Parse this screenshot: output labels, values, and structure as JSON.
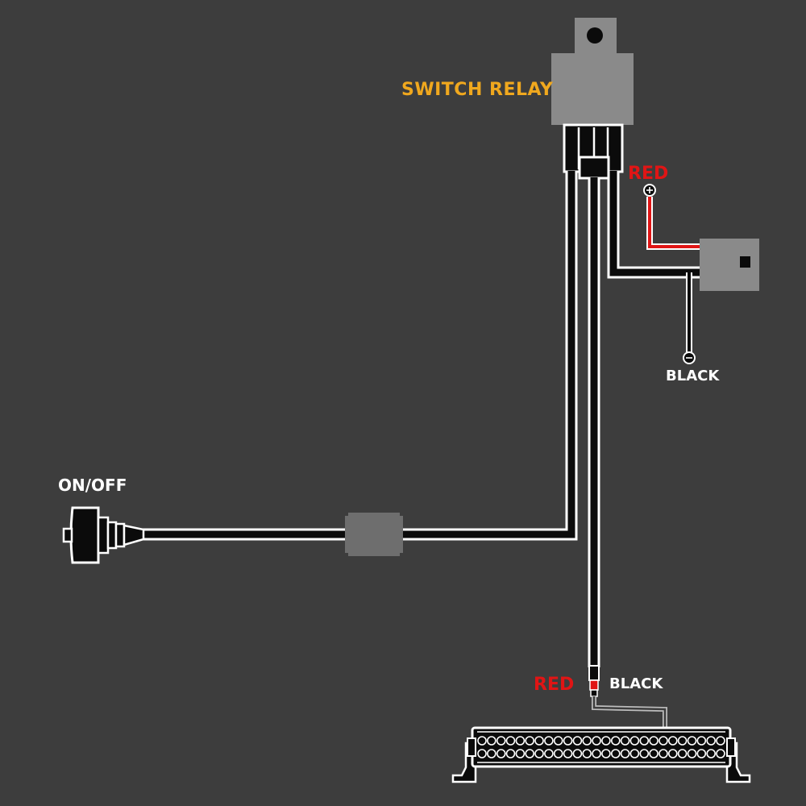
{
  "colors": {
    "background": "#3d3d3d",
    "wire": "#0b0b0b",
    "wire_outline": "#ffffff",
    "positive": "#e01515",
    "relay_label": "#f0a81e",
    "component": "#8a8a8a",
    "text": "#ffffff"
  },
  "labels": {
    "switch_relay": "SWITCH RELAY",
    "battery_positive": "RED",
    "battery_negative": "BLACK",
    "switch": "ON/OFF",
    "lightbar_positive": "RED",
    "lightbar_negative": "BLACK"
  },
  "icons": {
    "relay": "relay-icon",
    "battery": "battery-terminal-icon",
    "switch": "rocker-switch-icon",
    "connector": "inline-connector-icon",
    "lightbar": "led-light-bar-icon",
    "positive_terminal": "plus-icon",
    "negative_terminal": "minus-icon"
  }
}
